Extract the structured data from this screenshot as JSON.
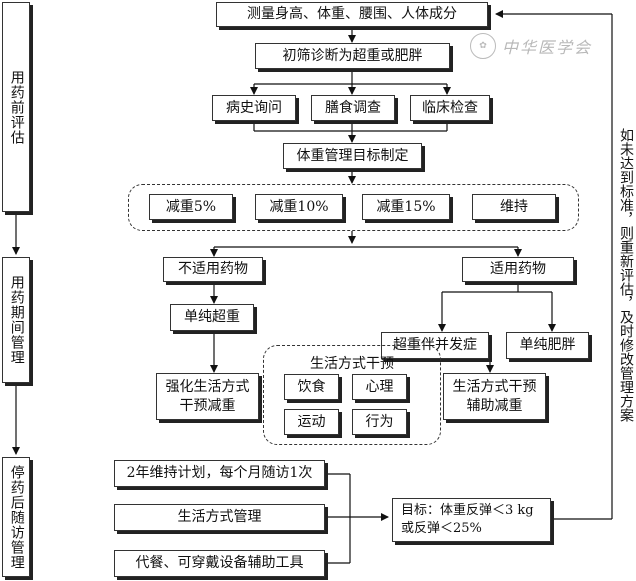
{
  "phases": [
    {
      "label": "用药前评估"
    },
    {
      "label": "用药期间管理"
    },
    {
      "label": "停药后随访管理"
    }
  ],
  "nodes": {
    "measure": "测量身高、体重、腰围、人体成分",
    "diagnosis": "初筛诊断为超重或肥胖",
    "history": "病史询问",
    "diet_survey": "膳食调查",
    "clinical_exam": "临床检查",
    "goal_setting": "体重管理目标制定",
    "goal_options": [
      "减重5%",
      "减重10%",
      "减重15%",
      "维持"
    ],
    "not_suitable": "不适用药物",
    "suitable": "适用药物",
    "simple_loss_left": "单纯超重",
    "with_complications": "超重伴并发症",
    "simple_obesity": "单纯肥胖",
    "intensified": [
      "强化生活方式",
      "干预减重"
    ],
    "lifestyle_title": "生活方式干预",
    "lifestyle_items": [
      "饮食",
      "心理",
      "运动",
      "行为"
    ],
    "assisted": [
      "生活方式干预",
      "辅助减重"
    ],
    "followup_items": [
      "2年维持计划，每个月随访1次",
      "生活方式管理",
      "代餐、可穿戴设备辅助工具"
    ],
    "target": [
      "目标：体重反弹＜3 kg",
      "或反弹＜25%"
    ]
  },
  "side_note": "如未达到标准，则重新评估，及时修改管理方案",
  "watermark": "中华医学会"
}
